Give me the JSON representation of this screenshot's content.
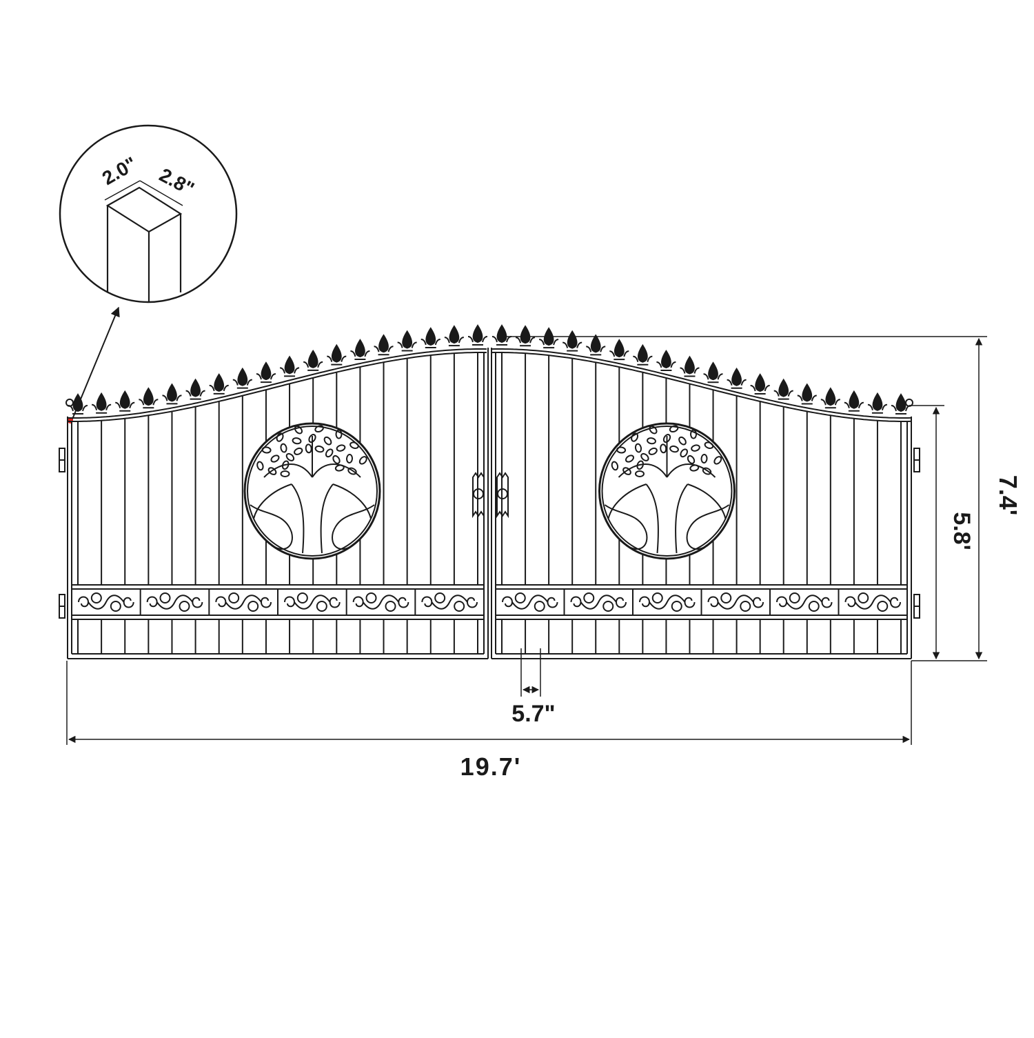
{
  "diagram": {
    "post_detail": {
      "depth_label": "2.0\"",
      "width_label": "2.8\""
    },
    "dimensions": {
      "total_width": "19.7'",
      "center_height": "7.4'",
      "side_height": "5.8'",
      "picket_spacing": "5.7\""
    },
    "gate": {
      "panels": 2,
      "pickets_per_panel": 18,
      "scroll_panels_per_leaf": 6,
      "medallion": "tree-of-life"
    },
    "colors": {
      "line": "#1a1a1a",
      "marker": "#e0201c",
      "background": "#ffffff"
    }
  }
}
